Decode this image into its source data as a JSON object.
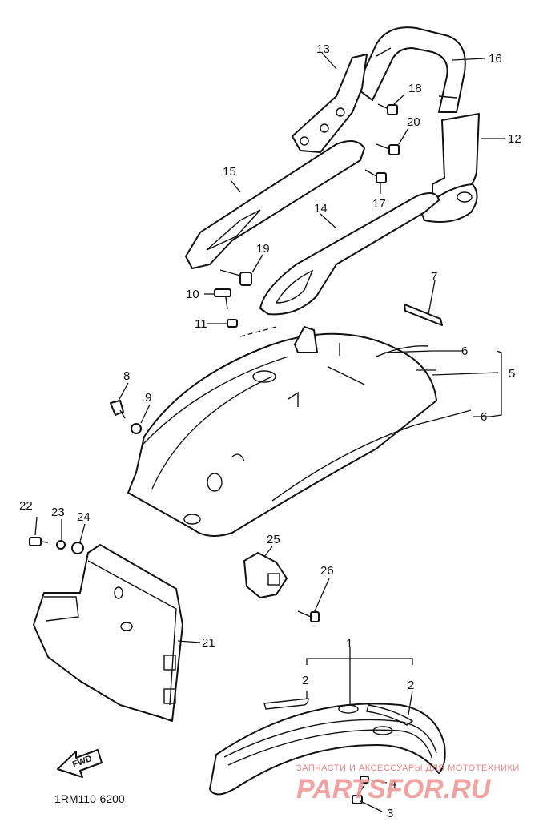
{
  "diagram": {
    "part_numbers": [
      "1",
      "2",
      "2",
      "3",
      "4",
      "5",
      "6",
      "6",
      "7",
      "8",
      "9",
      "10",
      "11",
      "12",
      "13",
      "14",
      "15",
      "16",
      "17",
      "18",
      "19",
      "20",
      "21",
      "22",
      "23",
      "24",
      "25",
      "26"
    ],
    "diagram_code": "1RM110-6200",
    "direction_arrow": "FWD",
    "watermark": {
      "tagline": "ЗАПЧАСТИ И АКСЕССУАРЫ ДЛЯ МОТОТЕХНИКИ",
      "brand": "PARTSFOR.RU"
    }
  }
}
